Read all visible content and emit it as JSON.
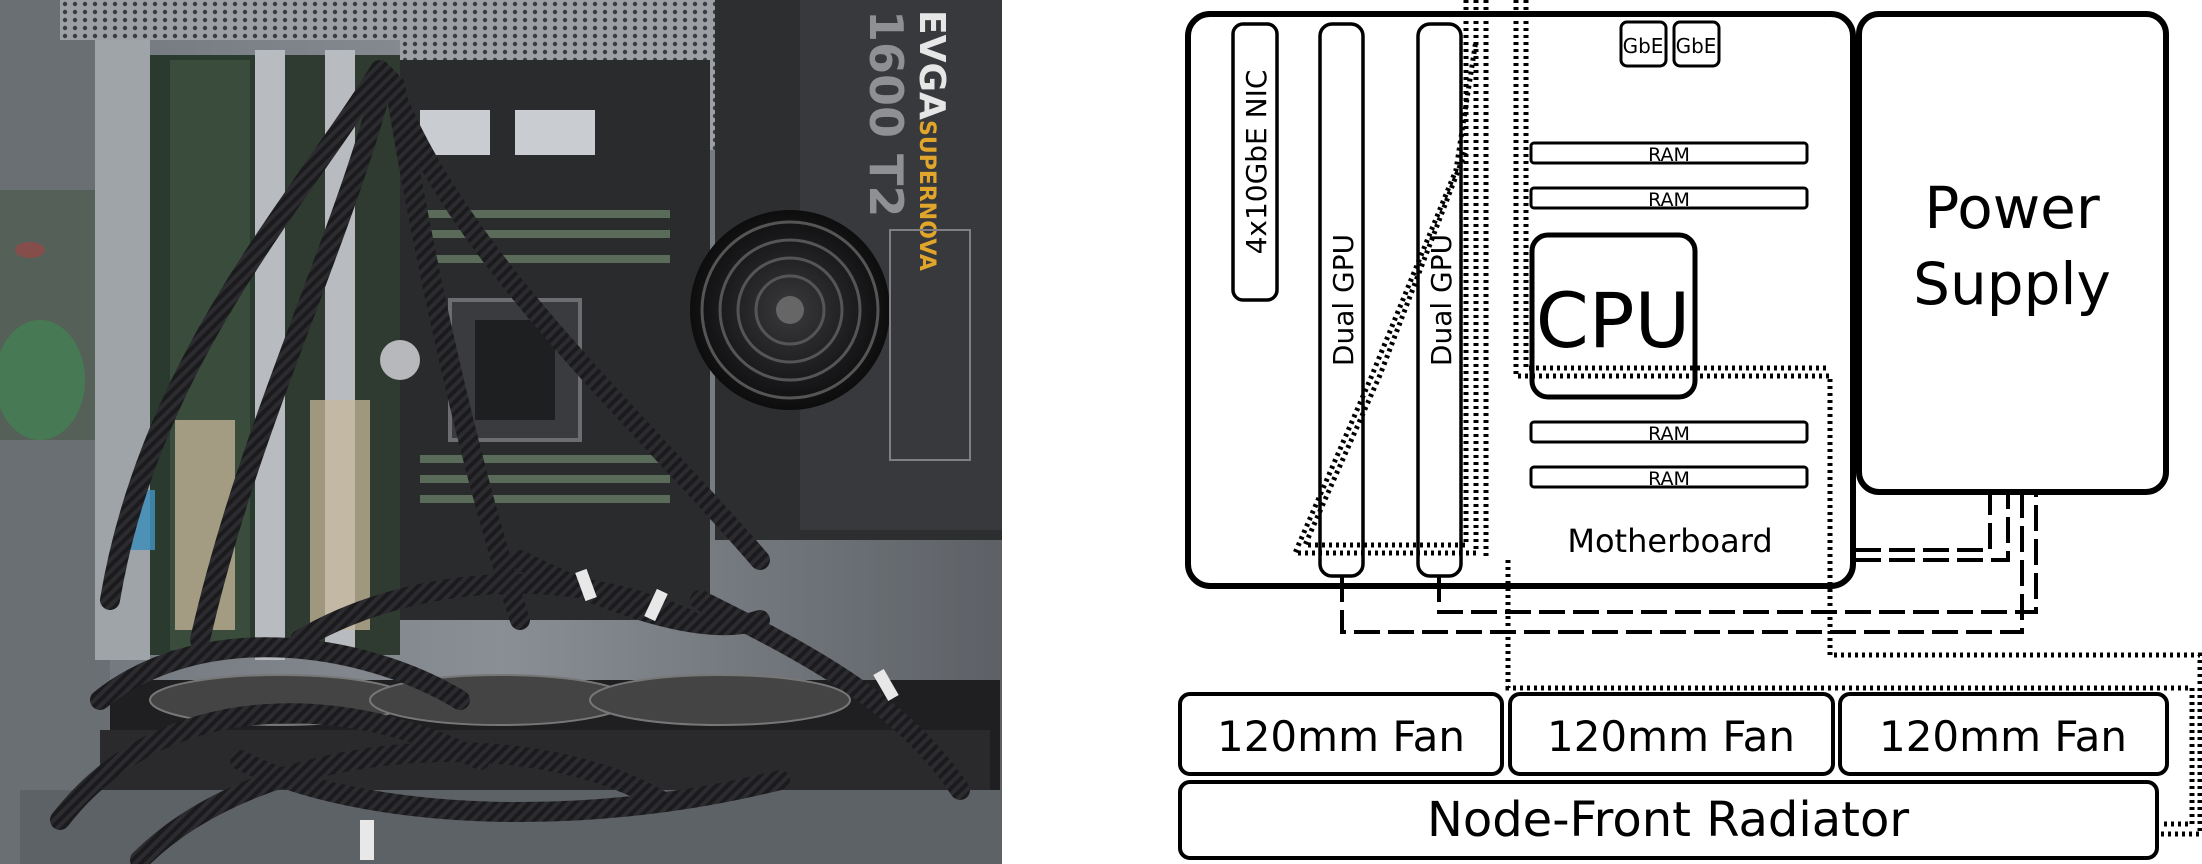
{
  "diagram": {
    "nic_label": "4x10GbE NIC",
    "gpu1_label": "Dual GPU",
    "gpu2_label": "Dual GPU",
    "gbe1_label": "GbE",
    "gbe2_label": "GbE",
    "ram_labels": [
      "RAM",
      "RAM",
      "RAM",
      "RAM"
    ],
    "cpu_label": "CPU",
    "motherboard_label": "Motherboard",
    "psu_line1": "Power",
    "psu_line2": "Supply",
    "fan_labels": [
      "120mm Fan",
      "120mm Fan",
      "120mm Fan"
    ],
    "radiator_label": "Node-Front Radiator"
  },
  "photo": {
    "psu_brand": "EVGA",
    "psu_series": "SUPERNOVA",
    "psu_model": "1600 T2"
  }
}
